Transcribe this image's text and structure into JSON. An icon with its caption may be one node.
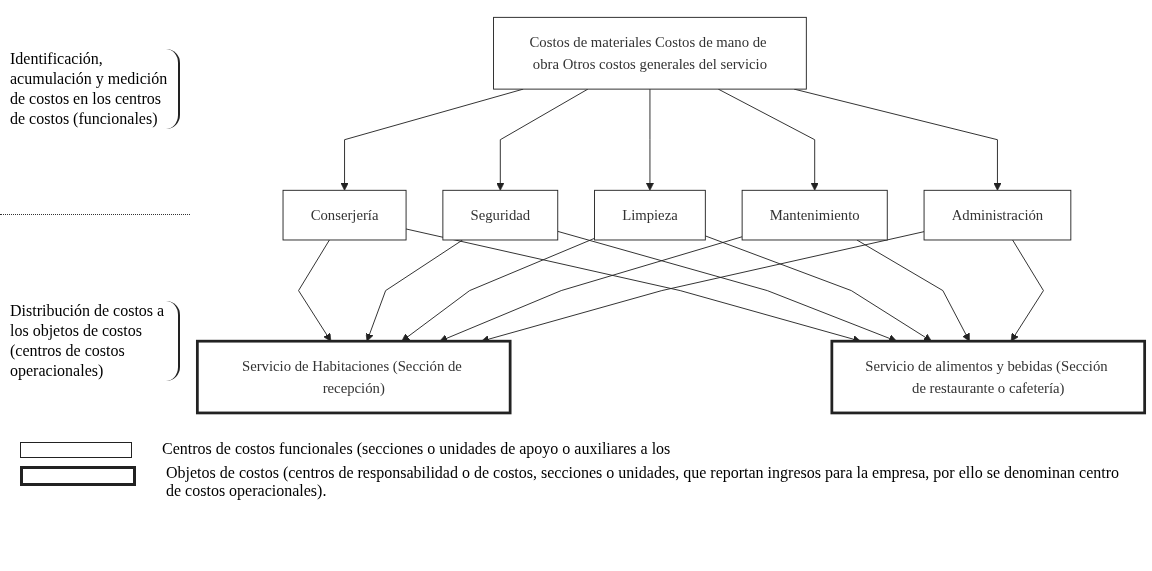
{
  "diagram": {
    "nodes": [
      {
        "text": [
          "Costos de materiales Costos de mano de obra Otros costos generales del servicio"
        ]
      },
      {
        "text": [
          "Conserjería"
        ]
      },
      {
        "text": [
          "Seguridad"
        ]
      },
      {
        "text": [
          "Limpieza"
        ]
      },
      {
        "text": [
          "Mantenimiento"
        ]
      },
      {
        "text": [
          "Administración"
        ]
      },
      {
        "text": [
          "Servicio de Habitaciones (Sección de recepción)"
        ]
      },
      {
        "text": [
          "Servicio de alimentos y bebidas (Sección de restaurante o cafetería)"
        ]
      }
    ],
    "edges": [
      {
        "from": 0,
        "to": 1,
        "arrow": "to"
      },
      {
        "from": 0,
        "to": 2,
        "arrow": "to"
      },
      {
        "from": 0,
        "to": 3,
        "arrow": "to"
      },
      {
        "from": 0,
        "to": 4,
        "arrow": "to"
      },
      {
        "from": 0,
        "to": 5,
        "arrow": "to"
      },
      {
        "from": 1,
        "to": 6,
        "arrow": "to"
      },
      {
        "from": 1,
        "to": 7,
        "arrow": "to"
      },
      {
        "from": 2,
        "to": 6,
        "arrow": "to"
      },
      {
        "from": 2,
        "to": 7,
        "arrow": "to"
      },
      {
        "from": 3,
        "to": 6,
        "arrow": "to"
      },
      {
        "from": 3,
        "to": 7,
        "arrow": "to"
      },
      {
        "from": 4,
        "to": 6,
        "arrow": "to"
      },
      {
        "from": 4,
        "to": 7,
        "arrow": "to"
      },
      {
        "from": 5,
        "to": 6,
        "arrow": "to"
      },
      {
        "from": 5,
        "to": 7,
        "arrow": "to"
      }
    ],
    "labels": [
      "Identificación, acumulación y medición de costos en los centros de costos (funcionales)",
      "Distribución de costos a los objetos de costos (centros de costos operacionales)"
    ],
    "legend": [
      {
        "text": "Centros de costos funcionales (secciones o unidades de apoyo o auxiliares a los"
      },
      {
        "text": "Objetos de costos (centros de responsabilidad o de costos, secciones o unidades, que reportan ingresos para la empresa, por ello se denominan centro de costos operacionales)."
      }
    ]
  }
}
